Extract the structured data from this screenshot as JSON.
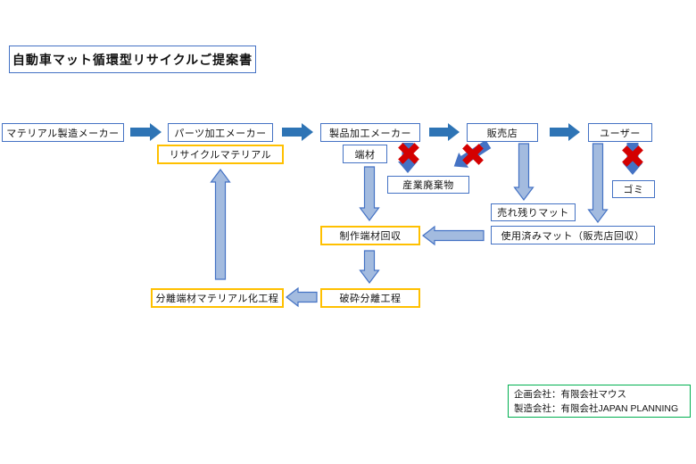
{
  "title": "自動車マット循環型リサイクルご提案書",
  "flow": {
    "material_maker": "マテリアル製造メーカー",
    "parts_maker": "パーツ加工メーカー",
    "recycle_material": "リサイクルマテリアル",
    "product_maker": "製品加工メーカー",
    "scrap": "端材",
    "store": "販売店",
    "user": "ユーザー",
    "industrial_waste": "産業廃棄物",
    "trash": "ゴミ",
    "unsold_mat": "売れ残りマット",
    "used_mat": "使用済みマット（販売店回収）",
    "scrap_collection": "制作端材回収",
    "crush_separation": "破砕分離工程",
    "materialization": "分離端材マテリアル化工程"
  },
  "footer": {
    "planning_company": "企画会社：有限会社マウス",
    "manufacturing_company": "製造会社：有限会社JAPAN PLANNING"
  },
  "colors": {
    "box_border_blue": "#4472C4",
    "box_border_yellow": "#FFC000",
    "box_border_green": "#00B050",
    "arrow_solid_blue": "#2E74B5",
    "arrow_crossed_blue": "#4472C4",
    "arrow_light_fill": "#A3BBDF",
    "arrow_light_stroke": "#4472C4",
    "cross_red": "#D40000"
  }
}
